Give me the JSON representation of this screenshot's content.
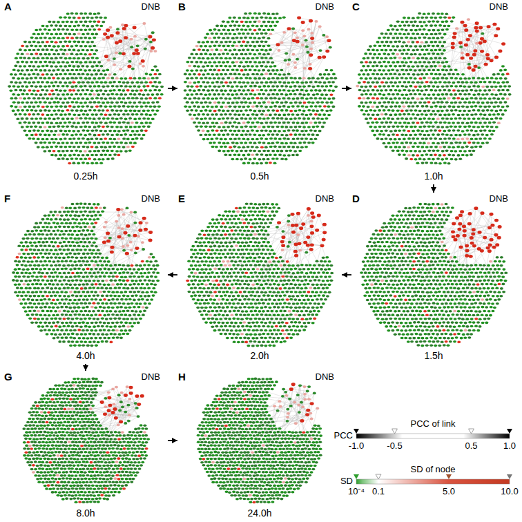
{
  "diagram": {
    "nodes": [
      {
        "text": [
          "A",
          "DNB",
          "0.25h"
        ]
      },
      {
        "text": [
          "B",
          "DNB",
          "0.5h"
        ]
      },
      {
        "text": [
          "C",
          "DNB",
          "1.0h"
        ]
      },
      {
        "text": [
          "F",
          "DNB",
          "4.0h"
        ]
      },
      {
        "text": [
          "E",
          "DNB",
          "2.0h"
        ]
      },
      {
        "text": [
          "D",
          "DNB",
          "1.5h"
        ]
      },
      {
        "text": [
          "G",
          "DNB",
          "8.0h"
        ]
      },
      {
        "text": [
          "H",
          "DNB",
          "24.0h"
        ]
      }
    ],
    "edges": [
      {
        "from": 0,
        "to": 1,
        "arrow": "to"
      },
      {
        "from": 1,
        "to": 2,
        "arrow": "to"
      },
      {
        "from": 2,
        "to": 5,
        "arrow": "to"
      },
      {
        "from": 5,
        "to": 4,
        "arrow": "to"
      },
      {
        "from": 4,
        "to": 3,
        "arrow": "to"
      },
      {
        "from": 3,
        "to": 6,
        "arrow": "to"
      },
      {
        "from": 6,
        "to": 7,
        "arrow": "to"
      }
    ],
    "labels": [
      "PCC",
      "-1.0",
      "-0.5",
      "0.5",
      "1.0",
      "SD",
      "10⁻⁴",
      "0.1",
      "5.0",
      "10.0"
    ],
    "legend": [
      {
        "text": "PCC of link"
      },
      {
        "text": "SD of node"
      }
    ]
  }
}
